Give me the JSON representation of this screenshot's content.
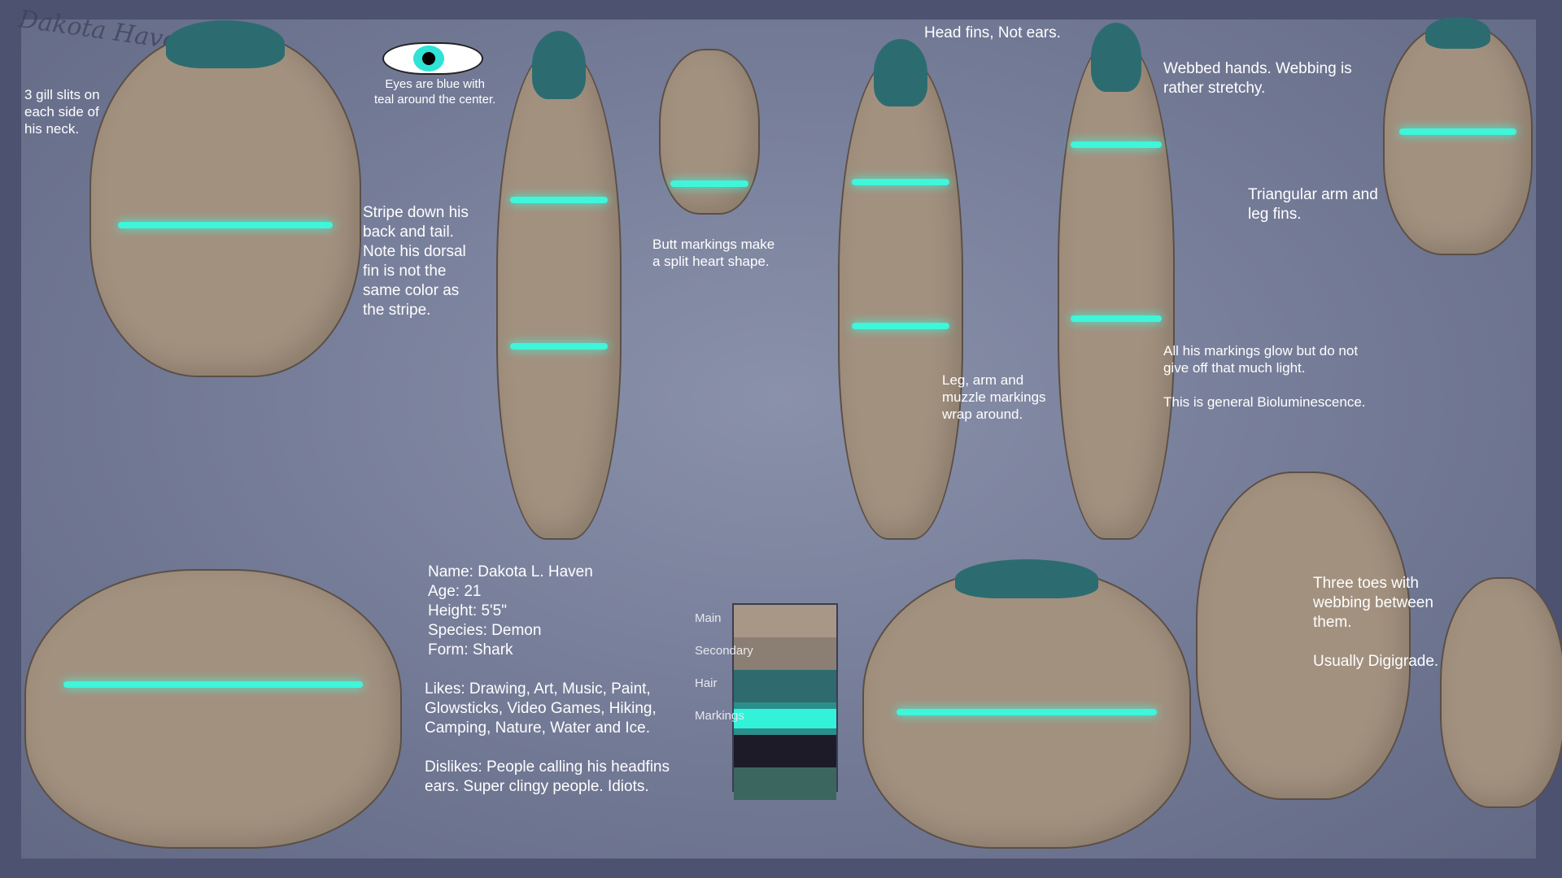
{
  "signature": "Dakota Haven",
  "notes": {
    "gills": "3 gill slits on\neach side of\nhis neck.",
    "eyes": "Eyes are blue with\nteal around the center.",
    "stripe": "Stripe down his\nback and tail.\nNote his dorsal\nfin is not the\nsame color as\nthe stripe.",
    "butt": "Butt markings make\na split heart shape.",
    "headfins": "Head fins, Not ears.",
    "webbed": "Webbed hands. Webbing is\nrather stretchy.",
    "arm_fins": "Triangular arm and\nleg fins.",
    "wrap": "Leg, arm and\nmuzzle markings\nwrap around.",
    "glow": "All his markings glow but do not\ngive off that much light.\n\nThis is general Bioluminescence.",
    "toes": "Three toes with\nwebbing between\nthem.\n\nUsually Digigrade."
  },
  "info": {
    "basics": "Name: Dakota L. Haven\nAge: 21\nHeight: 5'5\"\nSpecies: Demon\nForm: Shark",
    "likes": "Likes: Drawing, Art, Music, Paint,\nGlowsticks, Video Games, Hiking,\nCamping, Nature, Water and Ice.",
    "dislikes": "Dislikes: People calling his headfins\nears. Super clingy people. Idiots."
  },
  "palette": [
    {
      "label": "Main",
      "color": "#a89686"
    },
    {
      "label": "Secondary",
      "color": "#8b7f73"
    },
    {
      "label": "Hair",
      "color": "#2e6a6e"
    },
    {
      "label": "Markings",
      "color": "#33f2da"
    },
    {
      "label": "",
      "color": "#1d1b27"
    },
    {
      "label": "",
      "color": "#3b6660"
    }
  ]
}
